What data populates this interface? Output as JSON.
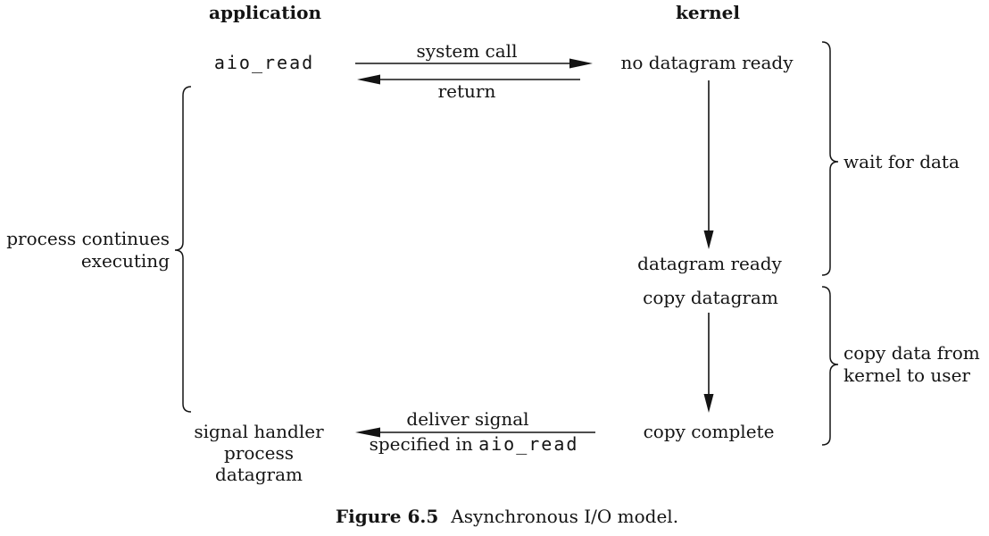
{
  "figure": {
    "columns": {
      "application": "application",
      "kernel": "kernel"
    },
    "nodes": {
      "aio_read": "aio_read",
      "no_datagram_ready": "no datagram ready",
      "datagram_ready": "datagram ready",
      "copy_datagram": "copy datagram",
      "copy_complete": "copy complete",
      "signal_handler_line1": "signal handler",
      "signal_handler_line2": "process",
      "signal_handler_line3": "datagram"
    },
    "arrows": {
      "system_call": "system call",
      "return_label": "return",
      "deliver_signal_line1": "deliver signal",
      "deliver_signal_prefix": "specified in",
      "deliver_signal_code": "aio_read"
    },
    "braces": {
      "wait_for_data": "wait for data",
      "copy_data_line1": "copy data from",
      "copy_data_line2": "kernel to user",
      "process_continues_line1": "process continues",
      "process_continues_line2": "executing"
    },
    "caption": {
      "label": "Figure 6.5",
      "text": "Asynchronous I/O model."
    }
  }
}
